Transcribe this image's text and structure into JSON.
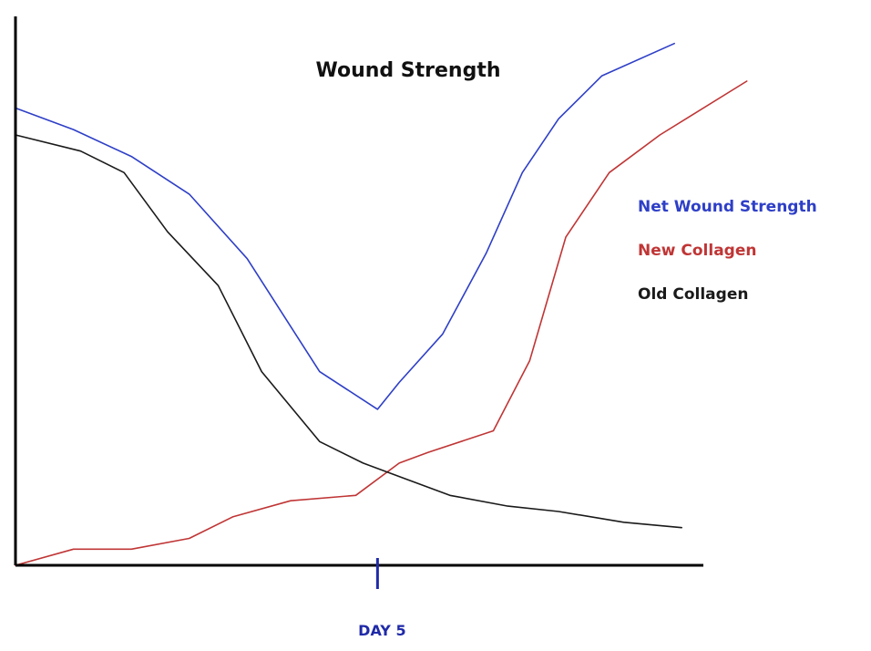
{
  "chart_data": {
    "type": "line",
    "title": "Wound Strength",
    "xlabel": "",
    "ylabel": "",
    "xlim": [
      0,
      9.5
    ],
    "ylim": [
      0,
      100
    ],
    "grid": false,
    "legend_position": "right",
    "tick_marks": [
      {
        "x": 5,
        "label": "DAY 5",
        "color": "#1f2aa8"
      }
    ],
    "series": [
      {
        "name": "Net Wound Strength",
        "color": "#2e3fc7",
        "points": [
          [
            0,
            85
          ],
          [
            0.8,
            81
          ],
          [
            1.6,
            76
          ],
          [
            2.4,
            69
          ],
          [
            3.2,
            57
          ],
          [
            4.2,
            36
          ],
          [
            5,
            29
          ],
          [
            5.3,
            34
          ],
          [
            5.9,
            43
          ],
          [
            6.5,
            58
          ],
          [
            7.0,
            73
          ],
          [
            7.5,
            83
          ],
          [
            8.1,
            91
          ],
          [
            9.1,
            97
          ]
        ]
      },
      {
        "name": "New Collagen",
        "color": "#c03535",
        "points": [
          [
            0,
            0
          ],
          [
            0.8,
            3
          ],
          [
            1.6,
            3
          ],
          [
            2.4,
            5
          ],
          [
            3.0,
            9
          ],
          [
            3.8,
            12
          ],
          [
            4.7,
            13
          ],
          [
            5.3,
            19
          ],
          [
            5.7,
            21
          ],
          [
            6.6,
            25
          ],
          [
            7.1,
            38
          ],
          [
            7.6,
            61
          ],
          [
            8.2,
            73
          ],
          [
            8.9,
            80
          ],
          [
            10.1,
            90
          ]
        ]
      },
      {
        "name": "Old Collagen",
        "color": "#1a1a1a",
        "points": [
          [
            0,
            80
          ],
          [
            0.9,
            77
          ],
          [
            1.5,
            73
          ],
          [
            2.1,
            62
          ],
          [
            2.8,
            52
          ],
          [
            3.4,
            36
          ],
          [
            4.2,
            23
          ],
          [
            4.8,
            19
          ],
          [
            5.4,
            16
          ],
          [
            6.0,
            13
          ],
          [
            6.8,
            11
          ],
          [
            7.5,
            10
          ],
          [
            8.4,
            8
          ],
          [
            9.2,
            7
          ]
        ]
      }
    ]
  }
}
